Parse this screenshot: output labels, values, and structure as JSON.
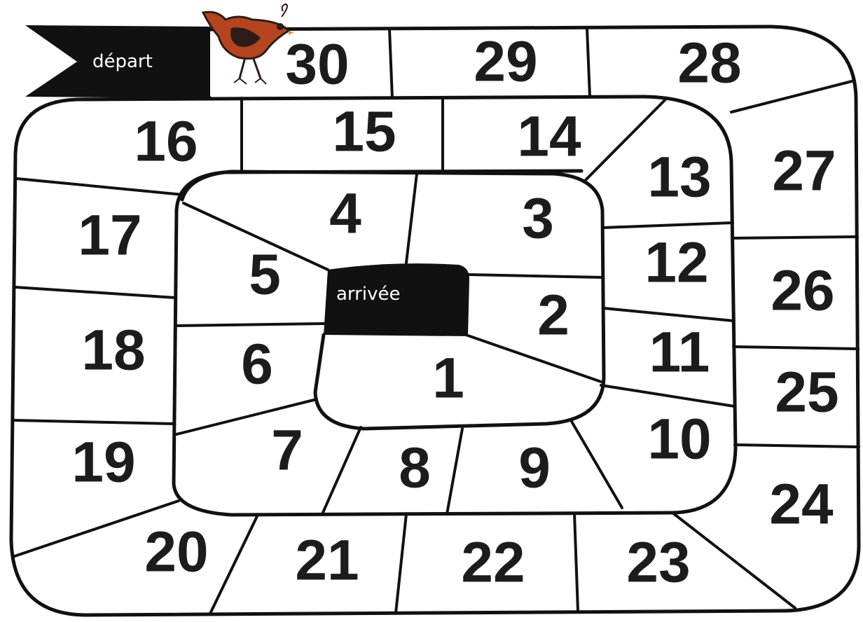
{
  "board": {
    "start_label": "départ",
    "finish_label": "arrivée",
    "colors": {
      "ink": "#111111",
      "flag": "#111111",
      "bird_body": "#b5441f",
      "bird_dark": "#2b1d18"
    }
  },
  "cells": [
    {
      "number": "1"
    },
    {
      "number": "2"
    },
    {
      "number": "3"
    },
    {
      "number": "4"
    },
    {
      "number": "5"
    },
    {
      "number": "6"
    },
    {
      "number": "7"
    },
    {
      "number": "8"
    },
    {
      "number": "9"
    },
    {
      "number": "10"
    },
    {
      "number": "11"
    },
    {
      "number": "12"
    },
    {
      "number": "13"
    },
    {
      "number": "14"
    },
    {
      "number": "15"
    },
    {
      "number": "16"
    },
    {
      "number": "17"
    },
    {
      "number": "18"
    },
    {
      "number": "19"
    },
    {
      "number": "20"
    },
    {
      "number": "21"
    },
    {
      "number": "22"
    },
    {
      "number": "23"
    },
    {
      "number": "24"
    },
    {
      "number": "25"
    },
    {
      "number": "26"
    },
    {
      "number": "27"
    },
    {
      "number": "28"
    },
    {
      "number": "29"
    },
    {
      "number": "30"
    }
  ],
  "icons": {
    "bird": "bird-icon"
  }
}
